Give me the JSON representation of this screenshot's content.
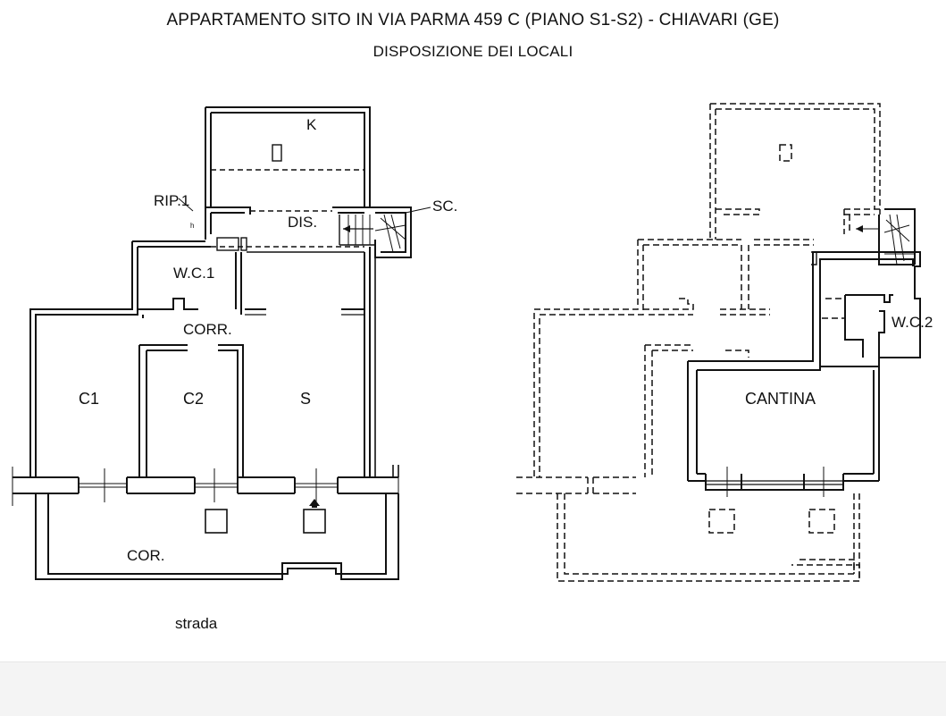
{
  "header": {
    "title": "APPARTAMENTO SITO IN VIA PARMA 459 C (PIANO S1-S2) - CHIAVARI (GE)",
    "subtitle": "DISPOSIZIONE DEI LOCALI"
  },
  "plan_left": {
    "rooms": {
      "k": "K",
      "rip1": "RIP.1",
      "dis": "DIS.",
      "sc": "SC.",
      "wc1": "W.C.1",
      "corr": "CORR.",
      "c1": "C1",
      "c2": "C2",
      "s": "S",
      "cor": "COR."
    },
    "street": "strada",
    "tiny_mark": "h"
  },
  "plan_right": {
    "rooms": {
      "cantina": "CANTINA",
      "wc2": "W.C.2"
    }
  },
  "colors": {
    "line": "#111111",
    "background": "#ffffff",
    "footer": "#f4f4f4"
  }
}
